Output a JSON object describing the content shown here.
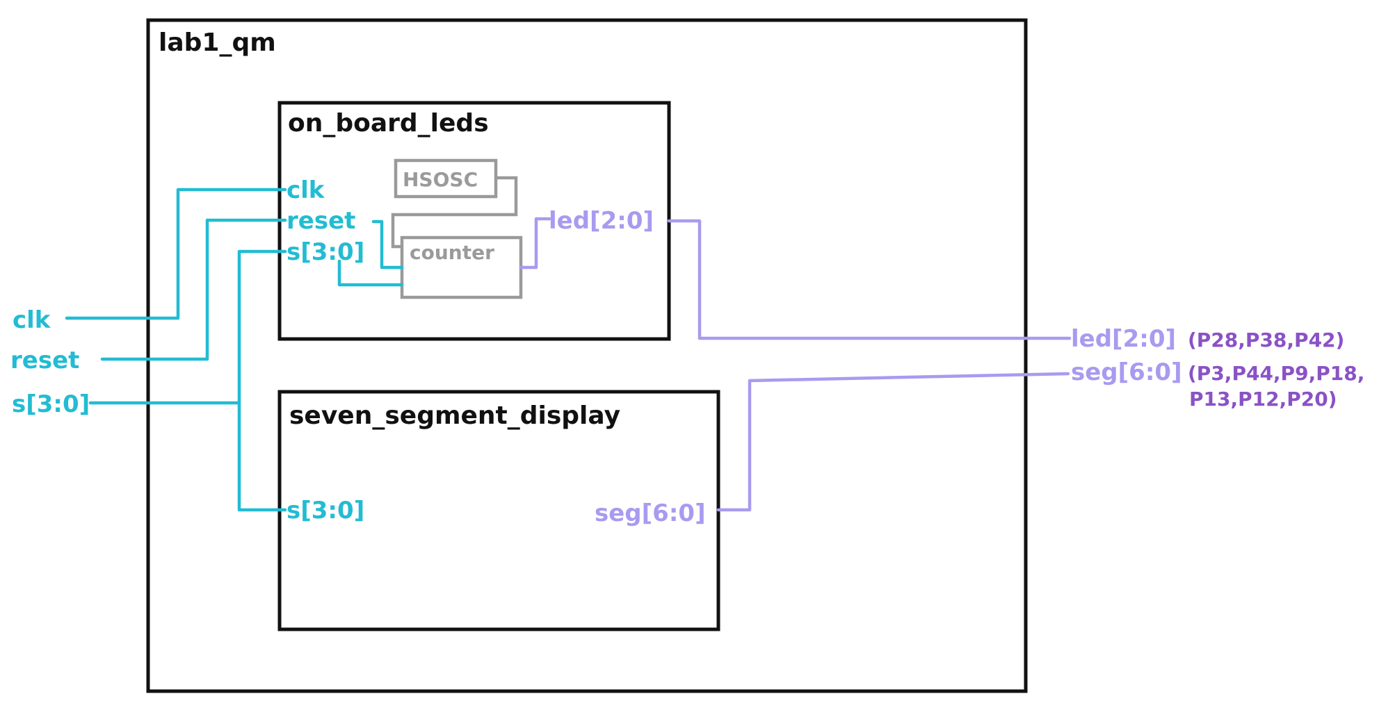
{
  "diagram": {
    "top_module": {
      "name": "lab1_qm"
    },
    "on_board_leds": {
      "name": "on_board_leds",
      "ports": {
        "clk": "clk",
        "reset": "reset",
        "s": "s[3:0]",
        "led": "led[2:0]"
      },
      "submodules": {
        "hsosc": "HSOSC",
        "counter": "counter"
      }
    },
    "seven_segment_display": {
      "name": "seven_segment_display",
      "ports": {
        "s": "s[3:0]",
        "seg": "seg[6:0]"
      }
    },
    "external_inputs": {
      "clk": "clk",
      "reset": "reset",
      "s": "s[3:0]"
    },
    "external_outputs": {
      "led": {
        "label": "led[2:0]",
        "pins": "(P28,P38,P42)"
      },
      "seg": {
        "label": "seg[6:0]",
        "pins_line1": "(P3,P44,P9,P18,",
        "pins_line2": "P13,P12,P20)"
      }
    },
    "colors": {
      "module_border": "#111111",
      "input_wire": "#22bcd3",
      "output_wire": "#a99af0",
      "pin_text": "#8a52c6",
      "internal_block": "#9a9a9a"
    }
  }
}
